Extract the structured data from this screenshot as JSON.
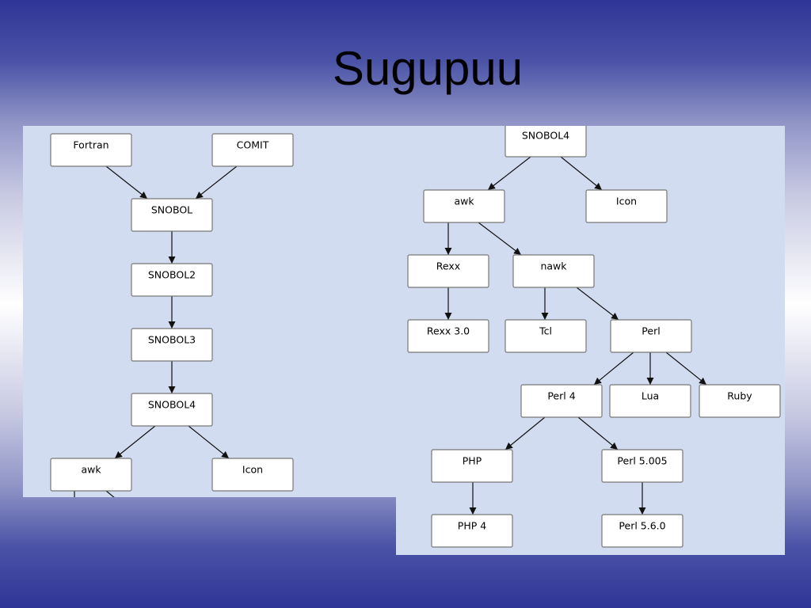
{
  "slide": {
    "title": "Sugupuu"
  },
  "left_tree": {
    "nodes": {
      "fortran": "Fortran",
      "comit": "COMIT",
      "snobol": "SNOBOL",
      "snobol2": "SNOBOL2",
      "snobol3": "SNOBOL3",
      "snobol4": "SNOBOL4",
      "awk": "awk",
      "icon": "Icon"
    }
  },
  "right_tree": {
    "nodes": {
      "snobol4": "SNOBOL4",
      "awk": "awk",
      "icon": "Icon",
      "rexx": "Rexx",
      "nawk": "nawk",
      "rexx30": "Rexx 3.0",
      "tcl": "Tcl",
      "perl": "Perl",
      "perl4": "Perl 4",
      "lua": "Lua",
      "ruby": "Ruby",
      "php": "PHP",
      "perl5005": "Perl 5.005",
      "php4": "PHP 4",
      "perl560": "Perl 5.6.0"
    }
  },
  "colors": {
    "panel": "#d2dcf0",
    "node_fill": "#ffffff",
    "node_border": "#777777",
    "edge": "#111111"
  }
}
